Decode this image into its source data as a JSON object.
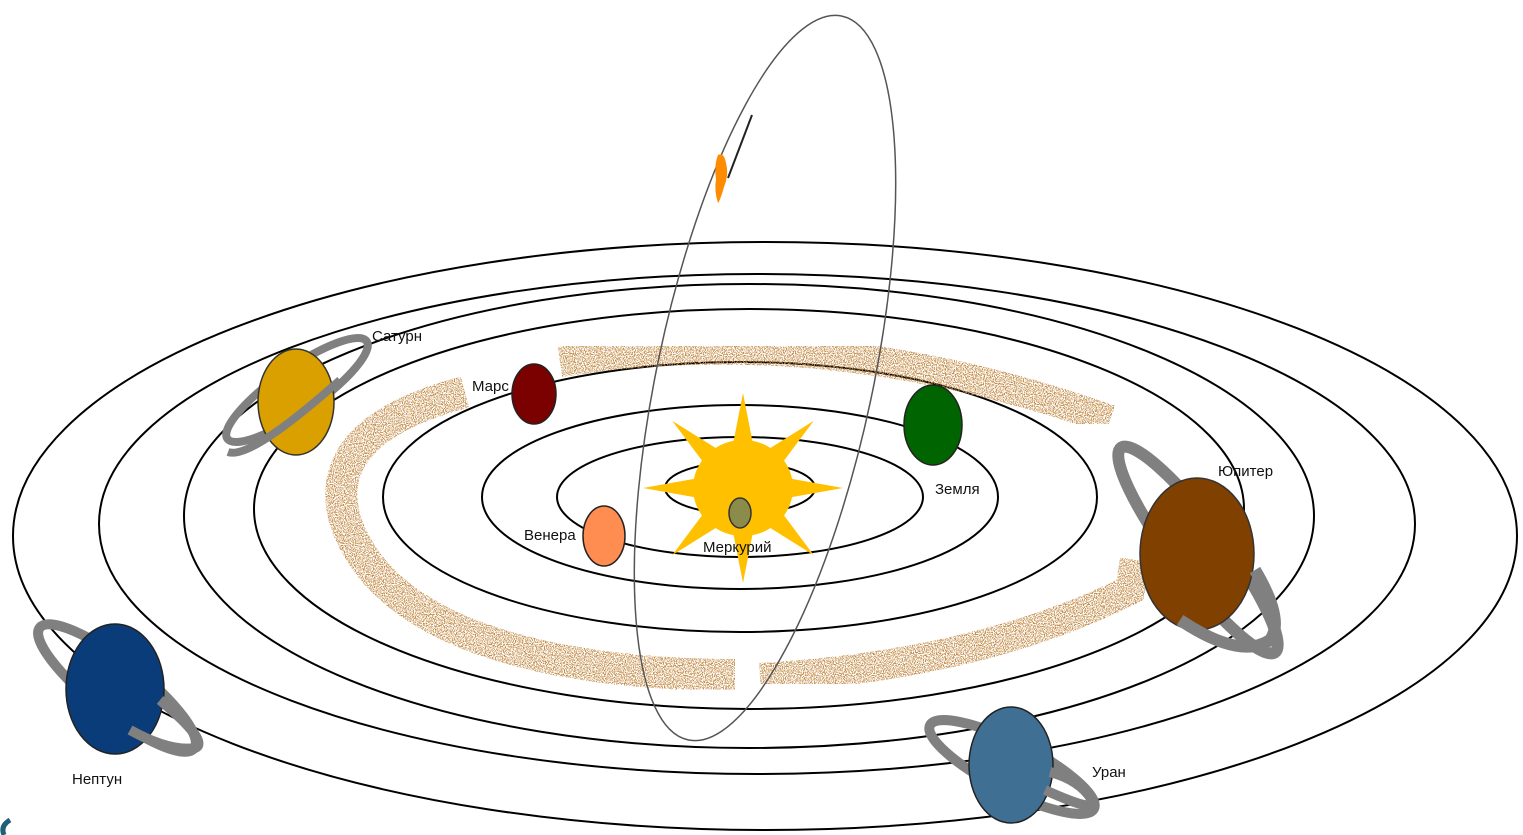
{
  "diagram": {
    "labels": {
      "saturn": "Сатурн",
      "mars": "Марс",
      "earth": "Земля",
      "jupiter": "Юпитер",
      "venus": "Венера",
      "mercury": "Меркурий",
      "neptune": "Нептун",
      "uranus": "Уран"
    },
    "colors": {
      "sun": "#ffc000",
      "mercury": "#8b8b4a",
      "venus": "#ff8c50",
      "earth": "#006400",
      "mars": "#7b0000",
      "jupiter": "#804000",
      "saturn": "#d9a000",
      "uranus": "#3f6f93",
      "neptune": "#0b3c7a",
      "ring": "#808080",
      "asteroids": "#8b4513",
      "comet": "#ff8c00",
      "orbit": "#000000"
    }
  }
}
